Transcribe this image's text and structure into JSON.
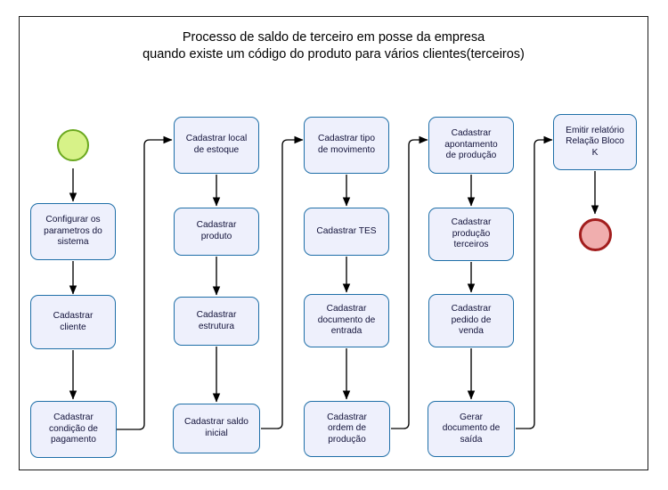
{
  "title": "Processo de saldo de terceiro em posse da empresa\nquando existe um código do produto para vários clientes(terceiros)",
  "colors": {
    "node_fill": "#eef0fc",
    "node_border": "#1f6fa8",
    "node_text": "#12123a",
    "start_fill": "#d7f288",
    "start_border": "#6aa81f",
    "end_fill": "#f0aeae",
    "end_border": "#a21d1d",
    "connector": "#000000",
    "frame_border": "#1a1a1a",
    "background": "#ffffff"
  },
  "chart_data": {
    "type": "diagram",
    "diagram_kind": "flowchart",
    "orientation": "column-major, top-to-bottom then wrap right",
    "title": "Processo de saldo de terceiro em posse da empresa quando existe um código do produto para vários clientes(terceiros)",
    "node_count": 18,
    "nodes": [
      {
        "id": "start",
        "label": "",
        "shape": "circle",
        "role": "start"
      },
      {
        "id": "n01",
        "label": "Configurar os\nparametros do\nsistema",
        "shape": "rounded-rect",
        "column": 1,
        "row": 1
      },
      {
        "id": "n02",
        "label": "Cadastrar\ncliente",
        "shape": "rounded-rect",
        "column": 1,
        "row": 2
      },
      {
        "id": "n03",
        "label": "Cadastrar\ncondição de\npagamento",
        "shape": "rounded-rect",
        "column": 1,
        "row": 3
      },
      {
        "id": "n04",
        "label": "Cadastrar local\nde estoque",
        "shape": "rounded-rect",
        "column": 2,
        "row": 0
      },
      {
        "id": "n05",
        "label": "Cadastrar\nproduto",
        "shape": "rounded-rect",
        "column": 2,
        "row": 1
      },
      {
        "id": "n06",
        "label": "Cadastrar\nestrutura",
        "shape": "rounded-rect",
        "column": 2,
        "row": 2
      },
      {
        "id": "n07",
        "label": "Cadastrar saldo\ninicial",
        "shape": "rounded-rect",
        "column": 2,
        "row": 3
      },
      {
        "id": "n08",
        "label": "Cadastrar tipo\nde movimento",
        "shape": "rounded-rect",
        "column": 3,
        "row": 0
      },
      {
        "id": "n09",
        "label": "Cadastrar TES",
        "shape": "rounded-rect",
        "column": 3,
        "row": 1
      },
      {
        "id": "n10",
        "label": "Cadastrar\ndocumento de\nentrada",
        "shape": "rounded-rect",
        "column": 3,
        "row": 2
      },
      {
        "id": "n11",
        "label": "Cadastrar\nordem de\nprodução",
        "shape": "rounded-rect",
        "column": 3,
        "row": 3
      },
      {
        "id": "n12",
        "label": "Cadastrar\napontamento\nde produção",
        "shape": "rounded-rect",
        "column": 4,
        "row": 0
      },
      {
        "id": "n13",
        "label": "Cadastrar\nprodução\nterceiros",
        "shape": "rounded-rect",
        "column": 4,
        "row": 1
      },
      {
        "id": "n14",
        "label": "Cadastrar\npedido de\nvenda",
        "shape": "rounded-rect",
        "column": 4,
        "row": 2
      },
      {
        "id": "n15",
        "label": "Gerar\ndocumento de\nsaída",
        "shape": "rounded-rect",
        "column": 4,
        "row": 3
      },
      {
        "id": "n16",
        "label": "Emitir relatório\nRelação Bloco\nK",
        "shape": "rounded-rect",
        "column": 5,
        "row": 0
      },
      {
        "id": "end",
        "label": "",
        "shape": "circle",
        "role": "end"
      }
    ],
    "edges": [
      {
        "from": "start",
        "to": "n01",
        "style": "straight-down",
        "arrow": true
      },
      {
        "from": "n01",
        "to": "n02",
        "style": "straight-down",
        "arrow": true
      },
      {
        "from": "n02",
        "to": "n03",
        "style": "straight-down",
        "arrow": true
      },
      {
        "from": "n03",
        "to": "n04",
        "style": "elbow-right-up-right",
        "arrow": true
      },
      {
        "from": "n04",
        "to": "n05",
        "style": "straight-down",
        "arrow": true
      },
      {
        "from": "n05",
        "to": "n06",
        "style": "straight-down",
        "arrow": true
      },
      {
        "from": "n06",
        "to": "n07",
        "style": "straight-down",
        "arrow": true
      },
      {
        "from": "n07",
        "to": "n08",
        "style": "elbow-right-up-right",
        "arrow": true
      },
      {
        "from": "n08",
        "to": "n09",
        "style": "straight-down",
        "arrow": true
      },
      {
        "from": "n09",
        "to": "n10",
        "style": "straight-down",
        "arrow": true
      },
      {
        "from": "n10",
        "to": "n11",
        "style": "straight-down",
        "arrow": true
      },
      {
        "from": "n11",
        "to": "n12",
        "style": "elbow-right-up-right",
        "arrow": true
      },
      {
        "from": "n12",
        "to": "n13",
        "style": "straight-down",
        "arrow": true
      },
      {
        "from": "n13",
        "to": "n14",
        "style": "straight-down",
        "arrow": true
      },
      {
        "from": "n14",
        "to": "n15",
        "style": "straight-down",
        "arrow": true
      },
      {
        "from": "n15",
        "to": "n16",
        "style": "elbow-right-up-right",
        "arrow": true
      },
      {
        "from": "n16",
        "to": "end",
        "style": "straight-down",
        "arrow": true
      }
    ]
  }
}
